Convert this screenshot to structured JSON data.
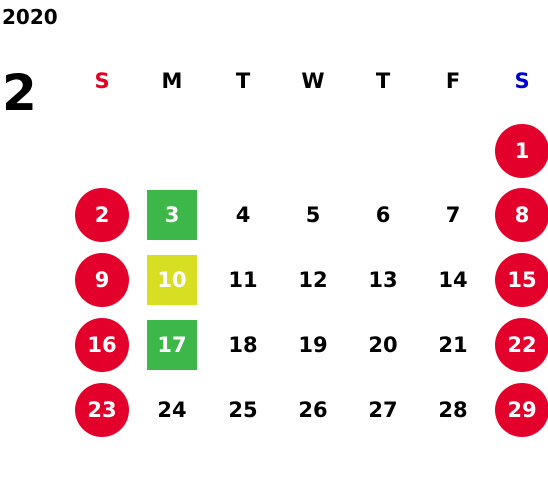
{
  "year": "2020",
  "month": "2",
  "weekdays": [
    {
      "label": "S",
      "color": "#e60023"
    },
    {
      "label": "M",
      "color": "#000000"
    },
    {
      "label": "T",
      "color": "#000000"
    },
    {
      "label": "W",
      "color": "#000000"
    },
    {
      "label": "T",
      "color": "#000000"
    },
    {
      "label": "F",
      "color": "#000000"
    },
    {
      "label": "S",
      "color": "#0000cc"
    }
  ],
  "colors": {
    "holiday_circle": "#e3002a",
    "green_mark": "#3db64a",
    "yellow_mark": "#d8de22"
  },
  "days": [
    {
      "label": "1",
      "col": 6,
      "row": 0,
      "style": "holiday"
    },
    {
      "label": "2",
      "col": 0,
      "row": 1,
      "style": "holiday"
    },
    {
      "label": "3",
      "col": 1,
      "row": 1,
      "style": "green"
    },
    {
      "label": "4",
      "col": 2,
      "row": 1,
      "style": "plain"
    },
    {
      "label": "5",
      "col": 3,
      "row": 1,
      "style": "plain"
    },
    {
      "label": "6",
      "col": 4,
      "row": 1,
      "style": "plain"
    },
    {
      "label": "7",
      "col": 5,
      "row": 1,
      "style": "plain"
    },
    {
      "label": "8",
      "col": 6,
      "row": 1,
      "style": "holiday"
    },
    {
      "label": "9",
      "col": 0,
      "row": 2,
      "style": "holiday"
    },
    {
      "label": "10",
      "col": 1,
      "row": 2,
      "style": "yellow"
    },
    {
      "label": "11",
      "col": 2,
      "row": 2,
      "style": "plain"
    },
    {
      "label": "12",
      "col": 3,
      "row": 2,
      "style": "plain"
    },
    {
      "label": "13",
      "col": 4,
      "row": 2,
      "style": "plain"
    },
    {
      "label": "14",
      "col": 5,
      "row": 2,
      "style": "plain"
    },
    {
      "label": "15",
      "col": 6,
      "row": 2,
      "style": "holiday"
    },
    {
      "label": "16",
      "col": 0,
      "row": 3,
      "style": "holiday"
    },
    {
      "label": "17",
      "col": 1,
      "row": 3,
      "style": "green"
    },
    {
      "label": "18",
      "col": 2,
      "row": 3,
      "style": "plain"
    },
    {
      "label": "19",
      "col": 3,
      "row": 3,
      "style": "plain"
    },
    {
      "label": "20",
      "col": 4,
      "row": 3,
      "style": "plain"
    },
    {
      "label": "21",
      "col": 5,
      "row": 3,
      "style": "plain"
    },
    {
      "label": "22",
      "col": 6,
      "row": 3,
      "style": "holiday"
    },
    {
      "label": "23",
      "col": 0,
      "row": 4,
      "style": "holiday"
    },
    {
      "label": "24",
      "col": 1,
      "row": 4,
      "style": "plain"
    },
    {
      "label": "25",
      "col": 2,
      "row": 4,
      "style": "plain"
    },
    {
      "label": "26",
      "col": 3,
      "row": 4,
      "style": "plain"
    },
    {
      "label": "27",
      "col": 4,
      "row": 4,
      "style": "plain"
    },
    {
      "label": "28",
      "col": 5,
      "row": 4,
      "style": "plain"
    },
    {
      "label": "29",
      "col": 6,
      "row": 4,
      "style": "holiday"
    }
  ]
}
